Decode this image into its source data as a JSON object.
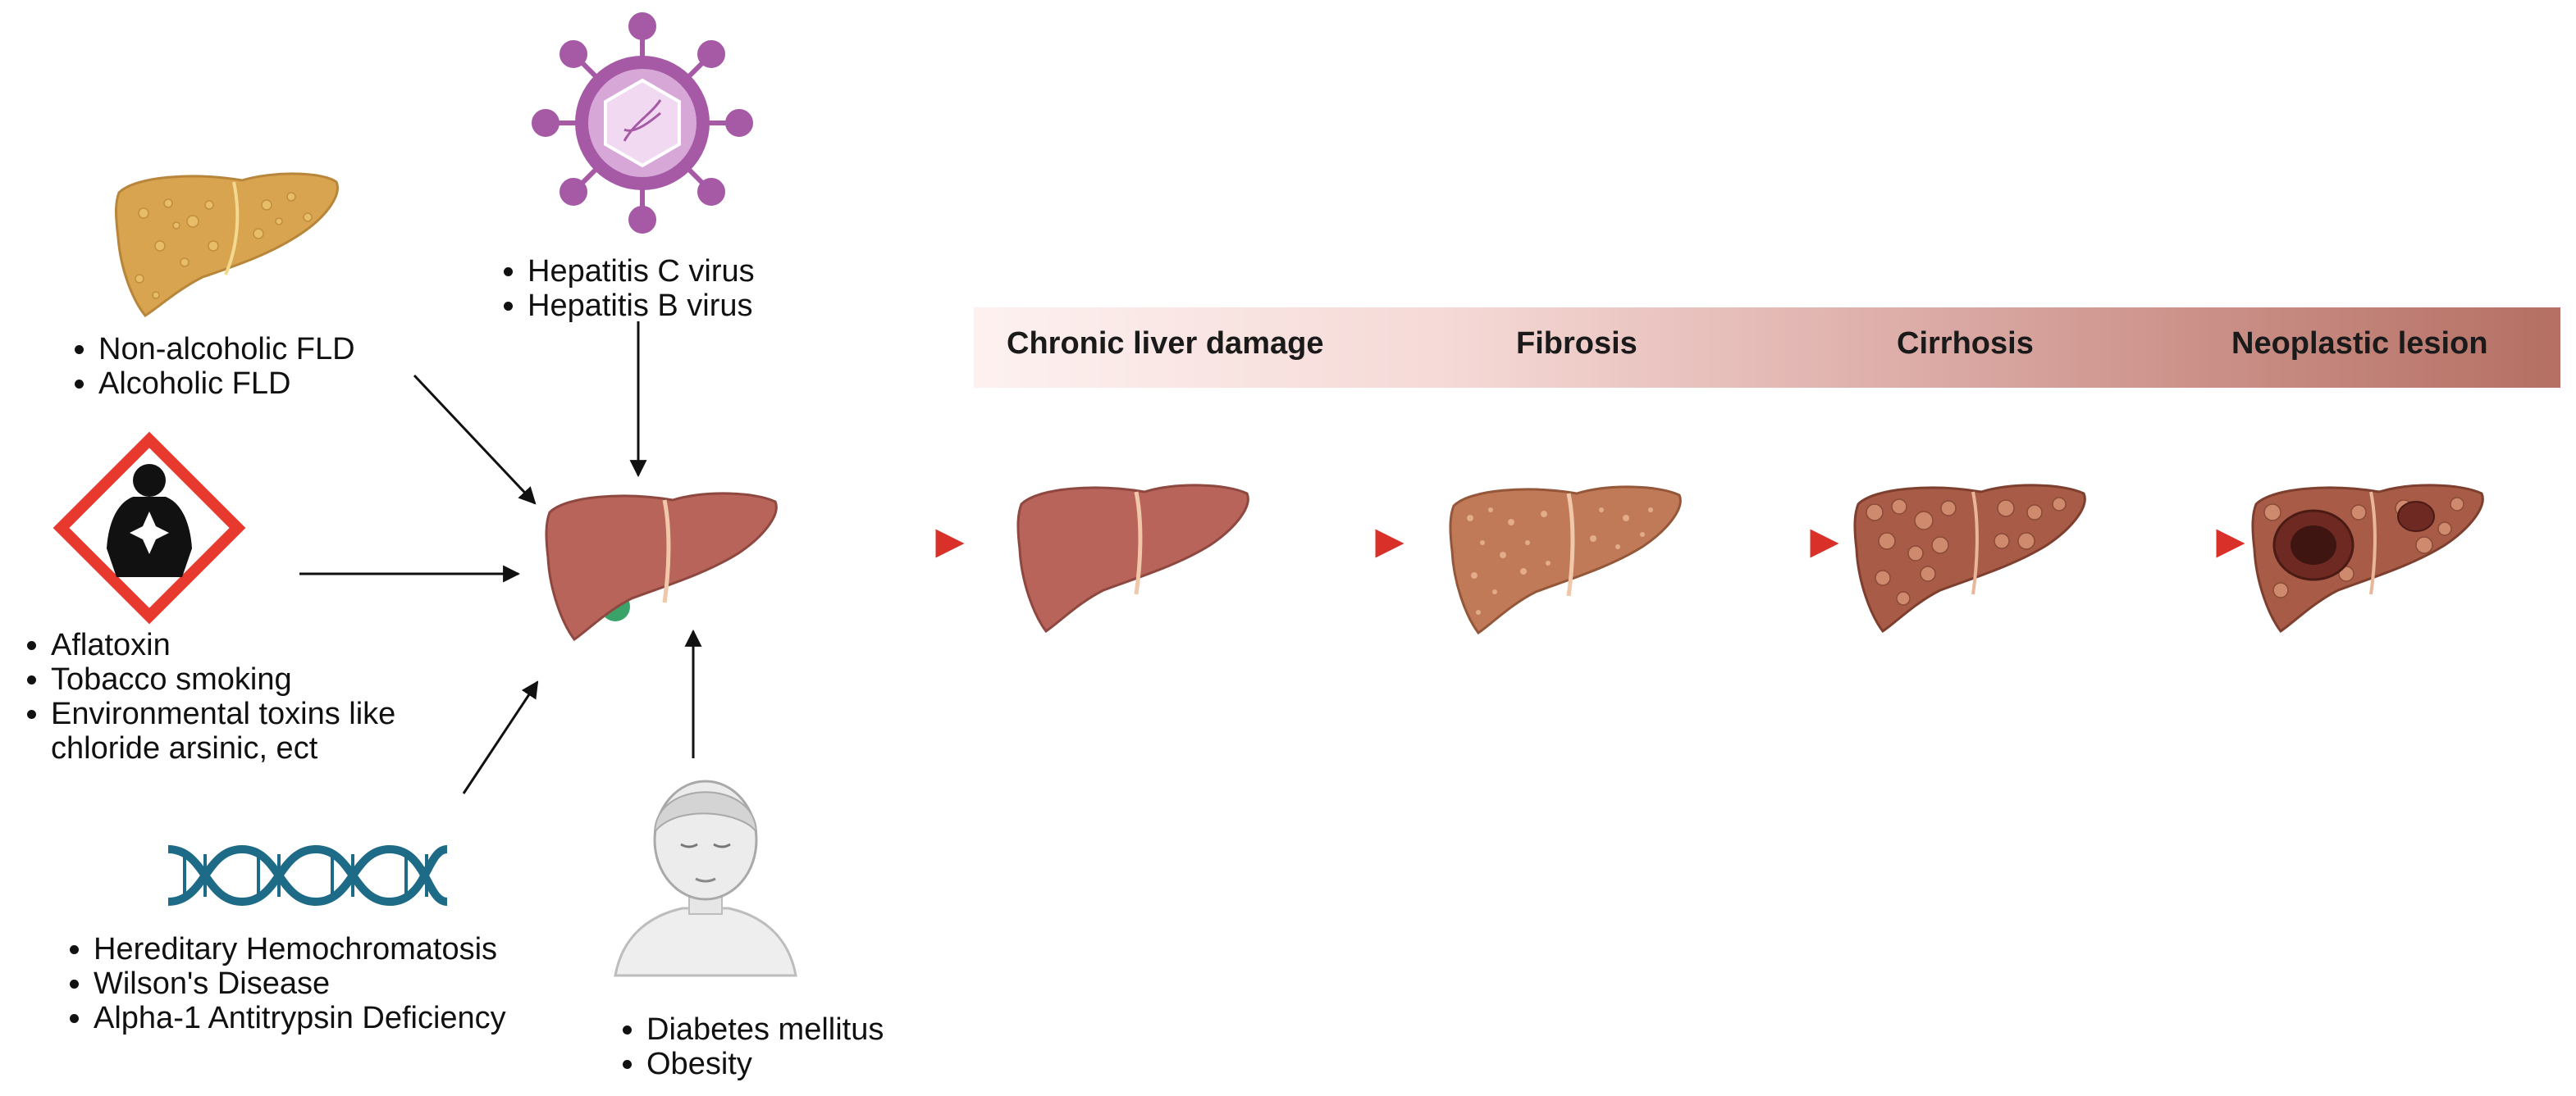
{
  "causes": {
    "fld": [
      "Non-alcoholic FLD",
      "Alcoholic FLD"
    ],
    "viral": [
      "Hepatitis C virus",
      "Hepatitis B virus"
    ],
    "toxins": [
      "Aflatoxin",
      "Tobacco smoking",
      "Environmental toxins like chloride arsinic, ect"
    ],
    "genetic": [
      "Hereditary Hemochromatosis",
      "Wilson's Disease",
      "Alpha-1 Antitrypsin Deficiency"
    ],
    "metabolic": [
      "Diabetes mellitus",
      "Obesity"
    ]
  },
  "progression": {
    "stages": [
      "Chronic liver damage",
      "Fibrosis",
      "Cirrhosis",
      "Neoplastic lesion"
    ]
  },
  "colors": {
    "liver": "#b8645a",
    "fatty_liver": "#d9a44f",
    "virus": "#a65aa6",
    "hazard_red": "#e8392f",
    "dna": "#1d6b86",
    "arrow_red": "#d9302a",
    "arrow_black": "#111111"
  },
  "icons": [
    "fatty-liver-icon",
    "hepatitis-virus-icon",
    "health-hazard-icon",
    "dna-helix-icon",
    "person-icon",
    "liver-icon"
  ]
}
